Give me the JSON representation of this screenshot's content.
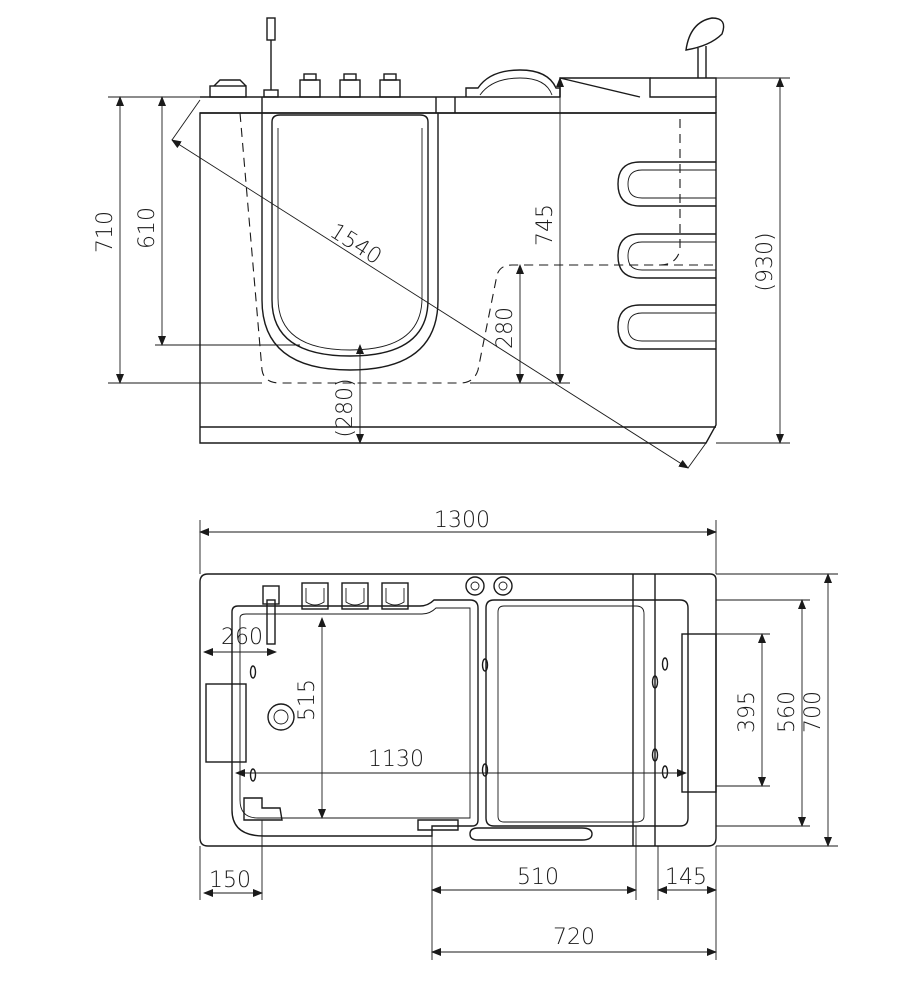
{
  "side_view": {
    "dim_710": "710",
    "dim_610": "610",
    "dim_745": "745",
    "dim_930": "(930)",
    "dim_1540": "1540",
    "dim_280_inner": "280",
    "dim_280_paren": "(280)"
  },
  "top_view": {
    "dim_1300": "1300",
    "dim_260": "260",
    "dim_515": "515",
    "dim_1130": "1130",
    "dim_395": "395",
    "dim_560": "560",
    "dim_700": "700",
    "dim_150": "150",
    "dim_510": "510",
    "dim_145": "145",
    "dim_720": "720"
  }
}
